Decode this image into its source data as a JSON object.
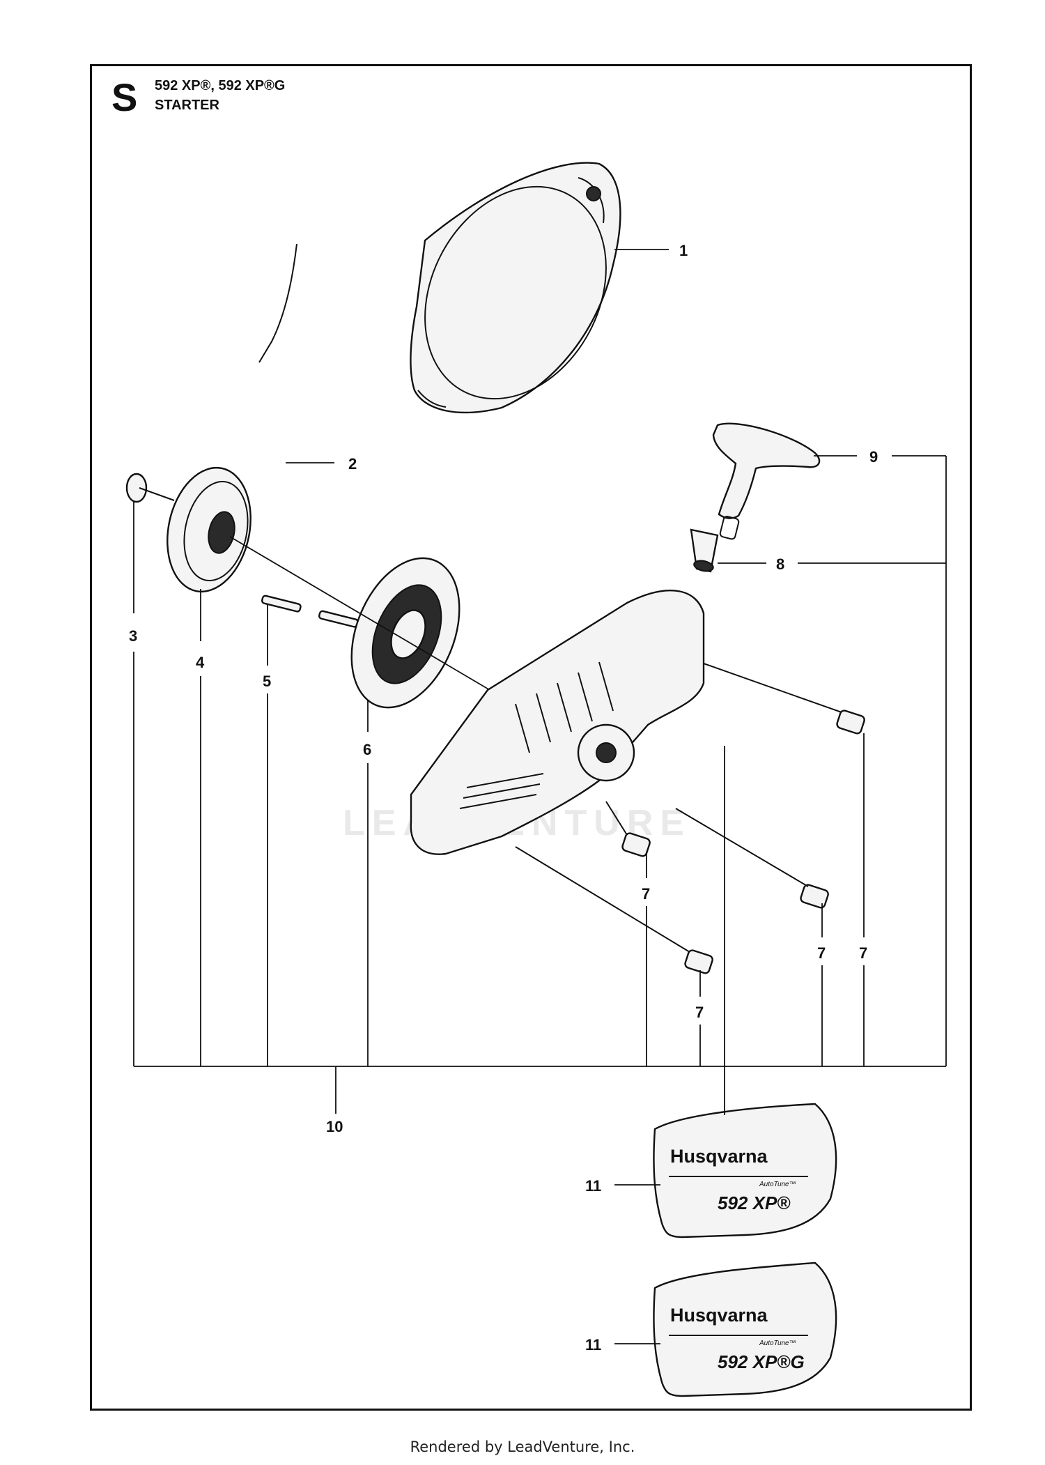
{
  "header": {
    "section_letter": "S",
    "models": "592 XP®, 592 XP®G",
    "title": "STARTER"
  },
  "callouts": [
    {
      "id": "c1",
      "label": "1"
    },
    {
      "id": "c2",
      "label": "2"
    },
    {
      "id": "c3",
      "label": "3"
    },
    {
      "id": "c4",
      "label": "4"
    },
    {
      "id": "c5",
      "label": "5"
    },
    {
      "id": "c6",
      "label": "6"
    },
    {
      "id": "c7a",
      "label": "7"
    },
    {
      "id": "c7b",
      "label": "7"
    },
    {
      "id": "c7c",
      "label": "7"
    },
    {
      "id": "c7d",
      "label": "7"
    },
    {
      "id": "c8",
      "label": "8"
    },
    {
      "id": "c9",
      "label": "9"
    },
    {
      "id": "c10",
      "label": "10"
    },
    {
      "id": "c11a",
      "label": "11"
    },
    {
      "id": "c11b",
      "label": "11"
    }
  ],
  "decals": [
    {
      "brand": "Husqvarna",
      "sub": "AutoTune™",
      "model": "592 XP®"
    },
    {
      "brand": "Husqvarna",
      "sub": "AutoTune™",
      "model": "592 XP®G"
    }
  ],
  "watermark": "LEADVENTURE",
  "footer": "Rendered by LeadVenture, Inc."
}
